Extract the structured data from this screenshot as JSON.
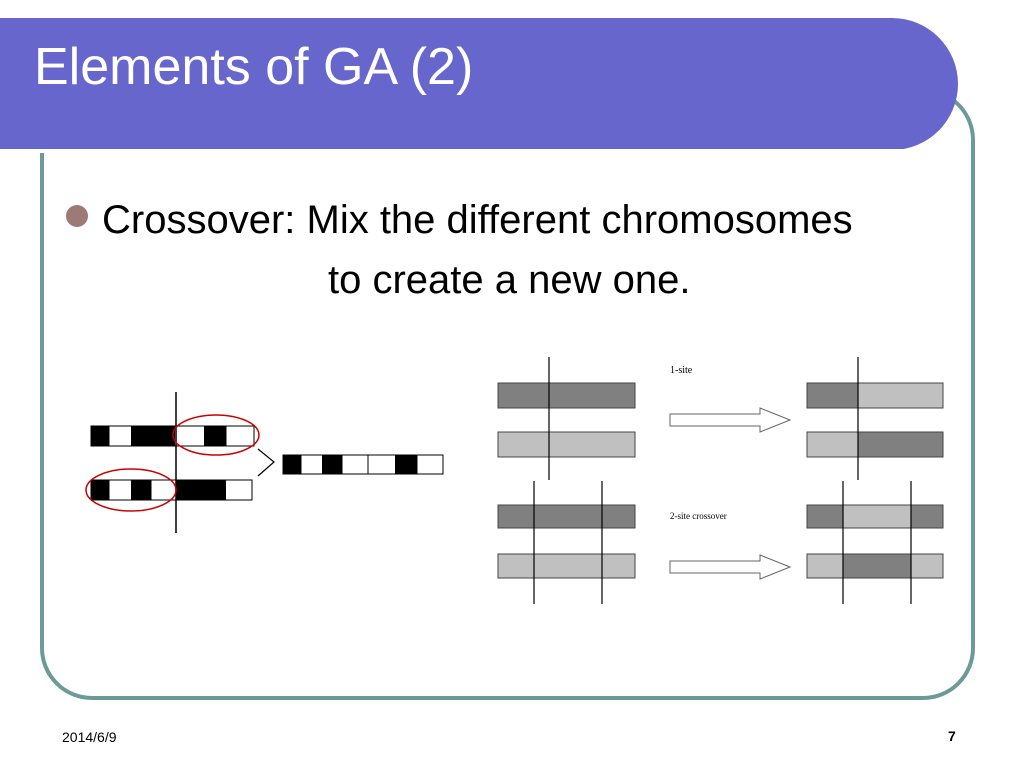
{
  "slide": {
    "title": "Elements of GA (2)",
    "bullet": {
      "line1": "Crossover: Mix the different chromosomes",
      "line2": "to create a new one."
    },
    "diagram": {
      "label_1site": "1-site",
      "label_2site": "2-site crossover"
    },
    "footer": {
      "date": "2014/6/9",
      "page": "7"
    }
  },
  "colors": {
    "title_band": "#6666cc",
    "frame": "#6b9a98",
    "bullet": "#9e7a76",
    "dark_gene": "#808080",
    "light_gene": "#c0c0c0",
    "ellipse": "#cc0000"
  }
}
